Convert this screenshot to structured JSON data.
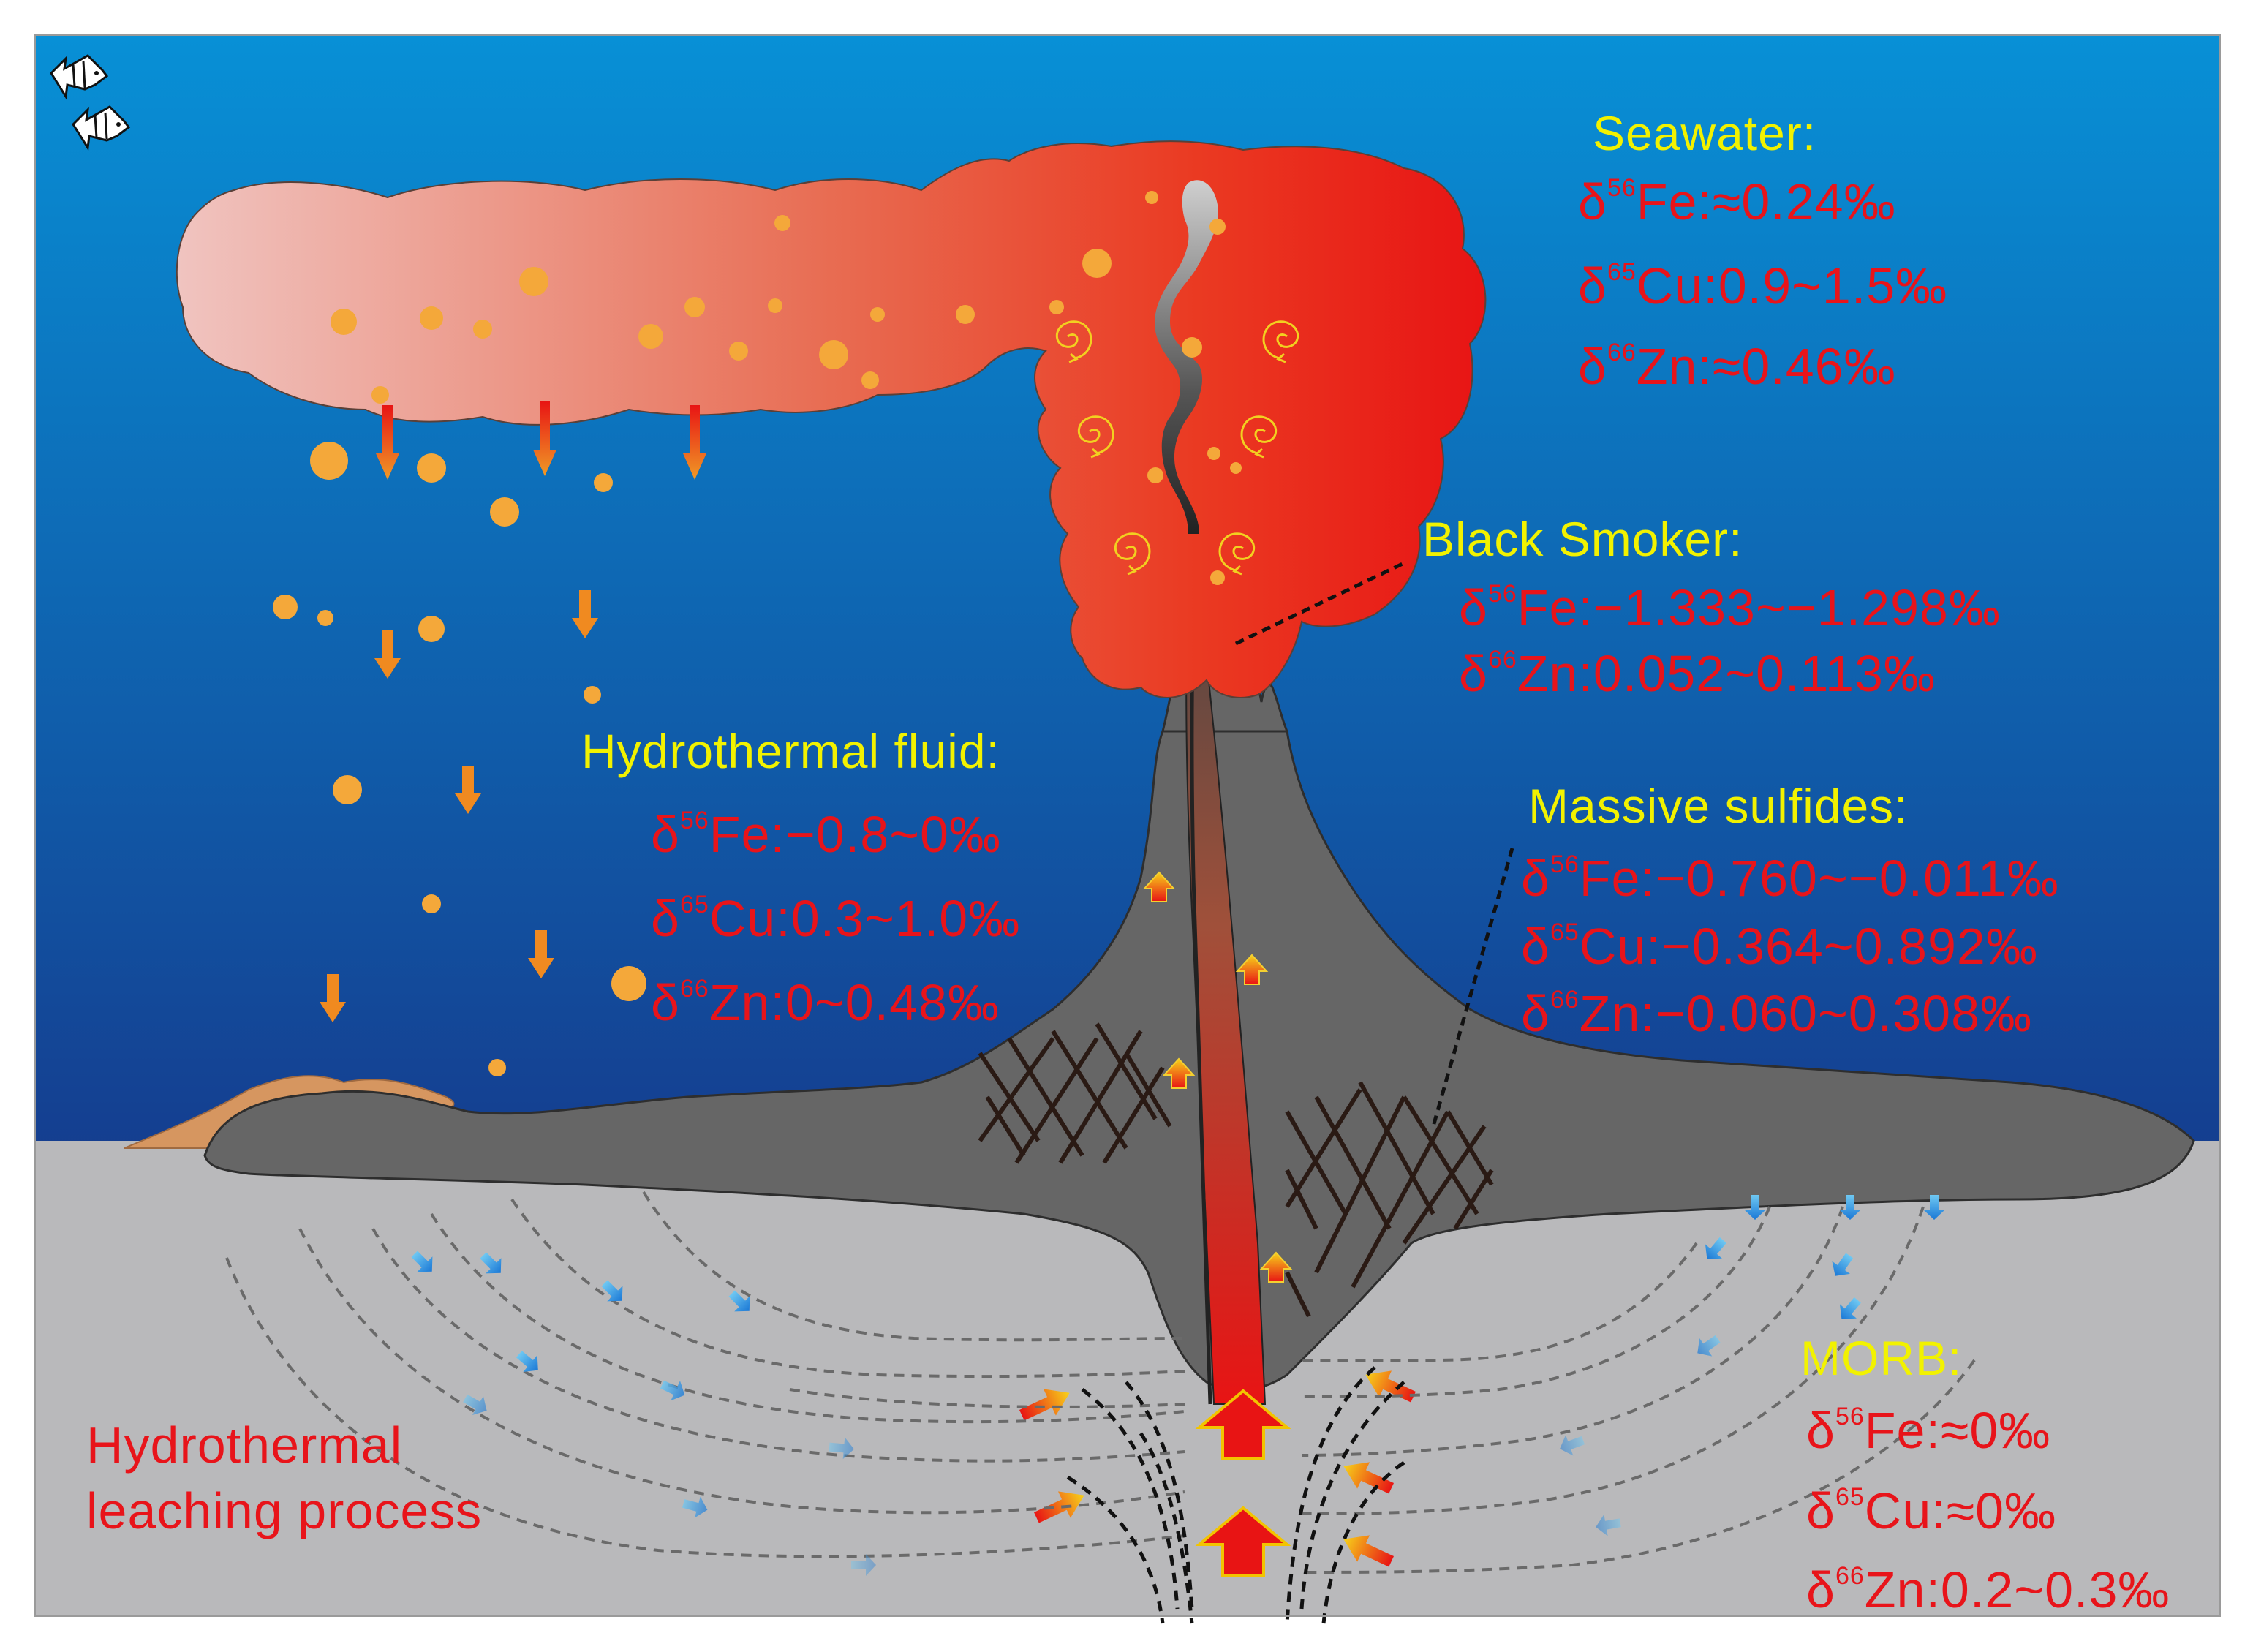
{
  "colors": {
    "sea_top": "#0890d6",
    "sea_bottom": "#153c8e",
    "crust": "#b9b9bb",
    "edifice": "#666666",
    "plume_red": "#e81414",
    "plume_fade": "#f0c4c0",
    "header_yellow": "#f2f200",
    "value_red": "#e8141a",
    "particle_orange": "#f4a83a",
    "sediment": "#d69660"
  },
  "icons": [
    "fish-icon"
  ],
  "seawater": {
    "title": "Seawater:",
    "fe": {
      "delta": "δ",
      "mass": "56",
      "text": "Fe:≈0.24‰"
    },
    "cu": {
      "delta": "δ",
      "mass": "65",
      "text": "Cu:0.9~1.5‰"
    },
    "zn": {
      "delta": "δ",
      "mass": "66",
      "text": "Zn:≈0.46‰"
    }
  },
  "black_smoker": {
    "title": "Black Smoker:",
    "fe": {
      "delta": "δ",
      "mass": "56",
      "text": "Fe:−1.333~−1.298‰"
    },
    "zn": {
      "delta": "δ",
      "mass": "66",
      "text": "Zn:0.052~0.113‰"
    }
  },
  "hydrothermal_fluid": {
    "title": "Hydrothermal fluid:",
    "fe": {
      "delta": "δ",
      "mass": "56",
      "text": "Fe:−0.8~0‰"
    },
    "cu": {
      "delta": "δ",
      "mass": "65",
      "text": "Cu:0.3~1.0‰"
    },
    "zn": {
      "delta": "δ",
      "mass": "66",
      "text": "Zn:0~0.48‰"
    }
  },
  "massive_sulfides": {
    "title": "Massive sulfides:",
    "fe": {
      "delta": "δ",
      "mass": "56",
      "text": "Fe:−0.760~−0.011‰"
    },
    "cu": {
      "delta": "δ",
      "mass": "65",
      "text": "Cu:−0.364~0.892‰"
    },
    "zn": {
      "delta": "δ",
      "mass": "66",
      "text": "Zn:−0.060~0.308‰"
    }
  },
  "morb": {
    "title": "MORB:",
    "fe": {
      "delta": "δ",
      "mass": "56",
      "text": "Fe:≈0‰"
    },
    "cu": {
      "delta": "δ",
      "mass": "65",
      "text": "Cu:≈0‰"
    },
    "zn": {
      "delta": "δ",
      "mass": "66",
      "text": "Zn:0.2~0.3‰"
    }
  },
  "leaching": {
    "line1": "Hydrothermal",
    "line2": "leaching process"
  }
}
